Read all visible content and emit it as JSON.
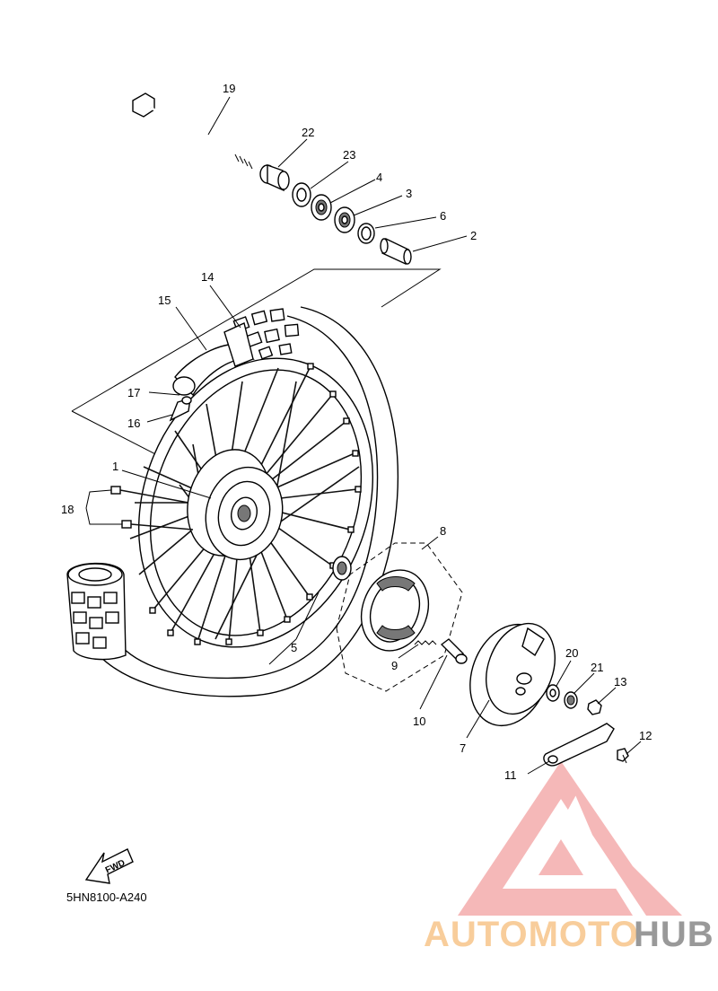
{
  "diagram": {
    "part_labels": [
      "19",
      "22",
      "23",
      "4",
      "3",
      "6",
      "2",
      "14",
      "15",
      "17",
      "16",
      "1",
      "18",
      "8",
      "5",
      "9",
      "10",
      "7",
      "20",
      "21",
      "13",
      "12",
      "11"
    ],
    "fwd_label": "FWD",
    "drawing_code": "5HN8100-A240"
  },
  "watermark": {
    "brand_part1": "AUTOMOTO",
    "brand_part2": "HUB",
    "colors": {
      "logo": "#f5a3a3",
      "text_light": "#f7c58a",
      "text_dark": "#888888"
    }
  }
}
